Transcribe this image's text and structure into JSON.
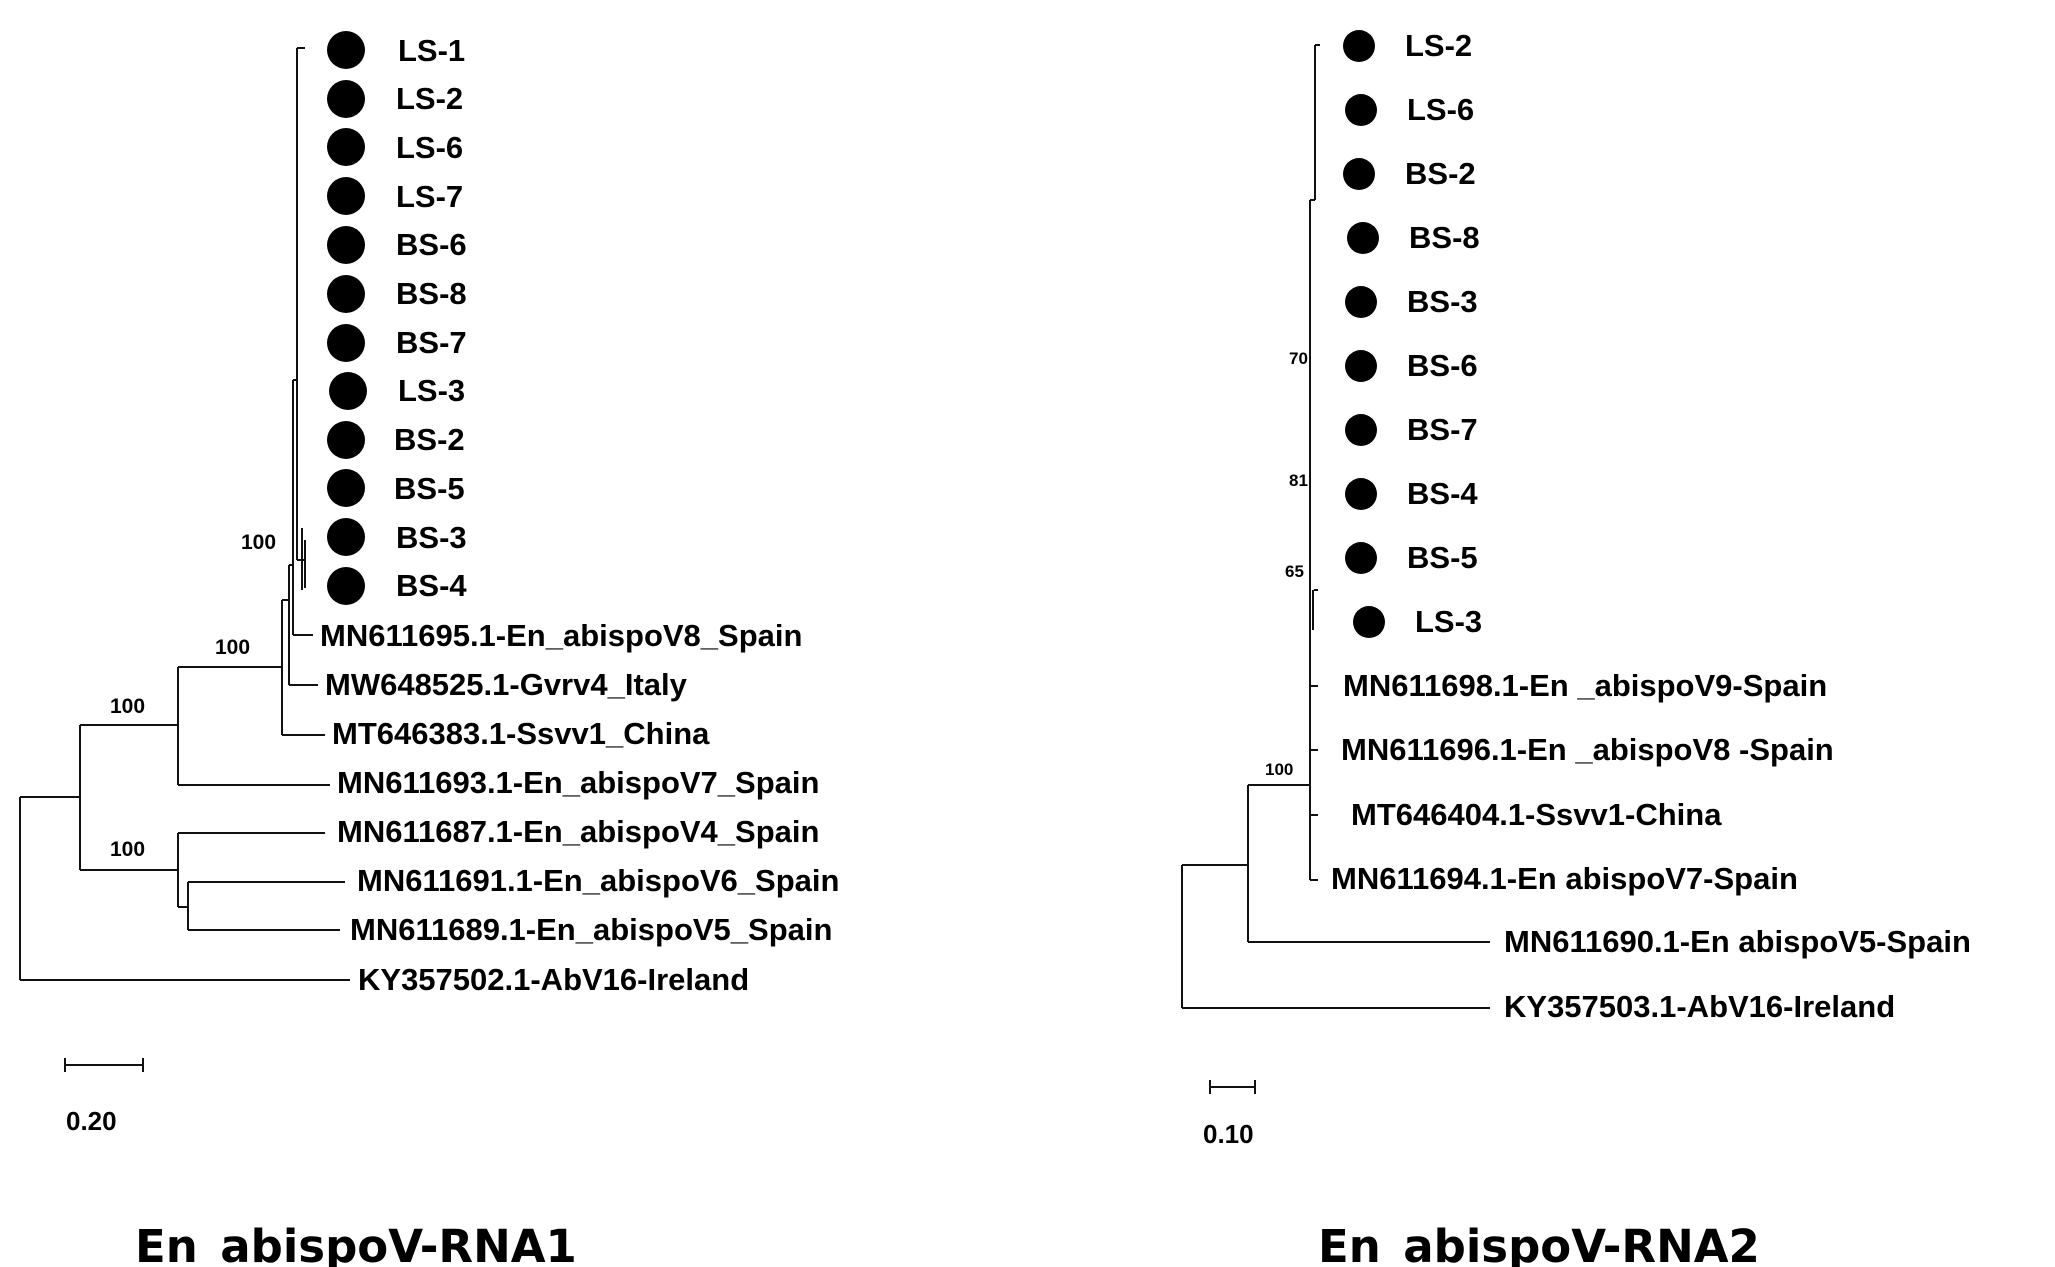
{
  "figure": {
    "left": {
      "title": "En_abispoV-RNA1",
      "scale_bar": "0.20",
      "bootstrap": [
        "100",
        "100",
        "100",
        "100"
      ],
      "leaves": [
        {
          "label": "LS-1",
          "marker": true
        },
        {
          "label": "LS-2",
          "marker": true
        },
        {
          "label": "LS-6",
          "marker": true
        },
        {
          "label": "LS-7",
          "marker": true
        },
        {
          "label": "BS-6",
          "marker": true
        },
        {
          "label": "BS-8",
          "marker": true
        },
        {
          "label": "BS-7",
          "marker": true
        },
        {
          "label": "LS-3",
          "marker": true
        },
        {
          "label": "BS-2",
          "marker": true
        },
        {
          "label": "BS-5",
          "marker": true
        },
        {
          "label": "BS-3",
          "marker": true
        },
        {
          "label": "BS-4",
          "marker": true
        },
        {
          "label": "MN611695.1-En_abispoV8_Spain",
          "marker": false
        },
        {
          "label": "MW648525.1-Gvrv4_Italy",
          "marker": false
        },
        {
          "label": "MT646383.1-Ssvv1_China",
          "marker": false
        },
        {
          "label": "MN611693.1-En_abispoV7_Spain",
          "marker": false
        },
        {
          "label": "MN611687.1-En_abispoV4_Spain",
          "marker": false
        },
        {
          "label": "MN611691.1-En_abispoV6_Spain",
          "marker": false
        },
        {
          "label": "MN611689.1-En_abispoV5_Spain",
          "marker": false
        },
        {
          "label": "KY357502.1-AbV16-Ireland",
          "marker": false
        }
      ]
    },
    "right": {
      "title": "En_abispoV-RNA2",
      "scale_bar": "0.10",
      "bootstrap": [
        "70",
        "81",
        "65",
        "100"
      ],
      "leaves": [
        {
          "label": "LS-2",
          "marker": true
        },
        {
          "label": "LS-6",
          "marker": true
        },
        {
          "label": "BS-2",
          "marker": true
        },
        {
          "label": "BS-8",
          "marker": true
        },
        {
          "label": "BS-3",
          "marker": true
        },
        {
          "label": "BS-6",
          "marker": true
        },
        {
          "label": "BS-7",
          "marker": true
        },
        {
          "label": "BS-4",
          "marker": true
        },
        {
          "label": "BS-5",
          "marker": true
        },
        {
          "label": "LS-3",
          "marker": true
        },
        {
          "label": "MN611698.1-En _abispoV9-Spain",
          "marker": false
        },
        {
          "label": "MN611696.1-En _abispoV8 -Spain",
          "marker": false
        },
        {
          "label": "MT646404.1-Ssvv1-China",
          "marker": false
        },
        {
          "label": "MN611694.1-En abispoV7-Spain",
          "marker": false
        },
        {
          "label": "MN611690.1-En abispoV5-Spain",
          "marker": false
        },
        {
          "label": "KY357503.1-AbV16-Ireland",
          "marker": false
        }
      ]
    }
  }
}
